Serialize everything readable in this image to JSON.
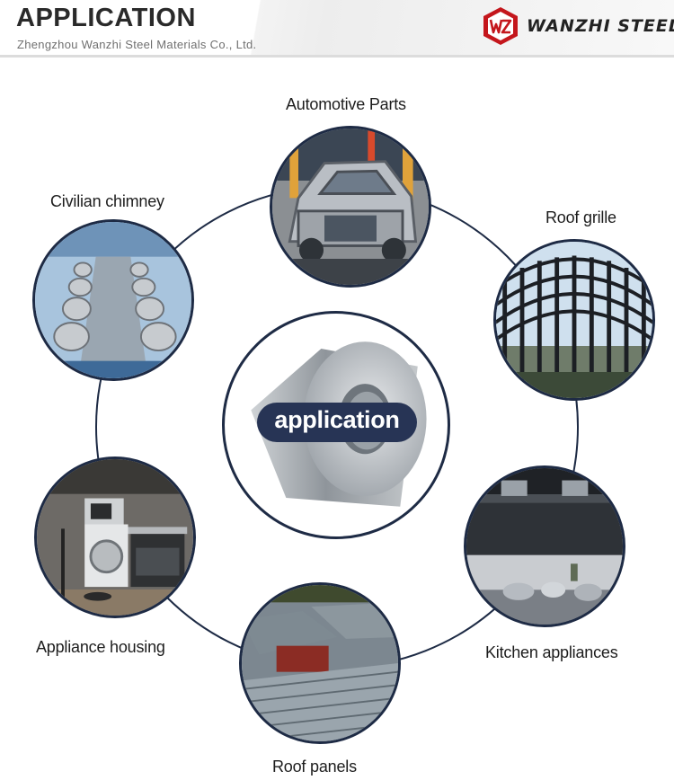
{
  "header": {
    "title": "APPLICATION",
    "subtitle": "Zhengzhou Wanzhi Steel Materials Co., Ltd.",
    "brand": "WANZHI STEEL",
    "brand_color": "#c4161c"
  },
  "center": {
    "label": "application",
    "pill_color": "#273455"
  },
  "applications": [
    {
      "label": "Automotive Parts",
      "icon": "car-body-frame-image"
    },
    {
      "label": "Roof grille",
      "icon": "roof-grille-image"
    },
    {
      "label": "Kitchen appliances",
      "icon": "kitchen-appliances-image"
    },
    {
      "label": "Roof panels",
      "icon": "roof-panels-image"
    },
    {
      "label": "Appliance housing",
      "icon": "appliance-housing-image"
    },
    {
      "label": "Civilian chimney",
      "icon": "civilian-chimney-image"
    }
  ],
  "colors": {
    "ring": "#1e2b45",
    "text": "#1d1d1d"
  }
}
